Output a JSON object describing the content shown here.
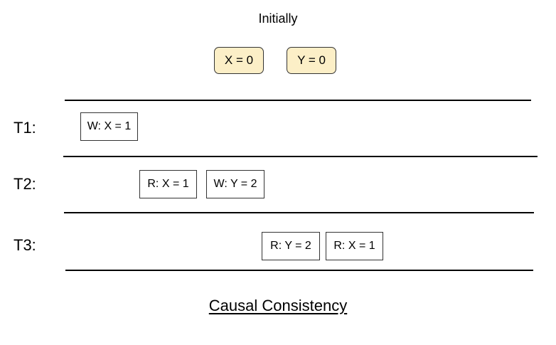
{
  "diagram": {
    "initial_label": "Initially",
    "initial_values": [
      {
        "text": "X = 0",
        "fill": "#fcefc7"
      },
      {
        "text": "Y = 0",
        "fill": "#fcefc7"
      }
    ],
    "threads": [
      {
        "label": "T1:",
        "operations": [
          "W: X = 1"
        ]
      },
      {
        "label": "T2:",
        "operations": [
          "R: X = 1",
          "W: Y = 2"
        ]
      },
      {
        "label": "T3:",
        "operations": [
          "R: Y = 2",
          "R: X = 1"
        ]
      }
    ],
    "caption": "Causal Consistency"
  }
}
